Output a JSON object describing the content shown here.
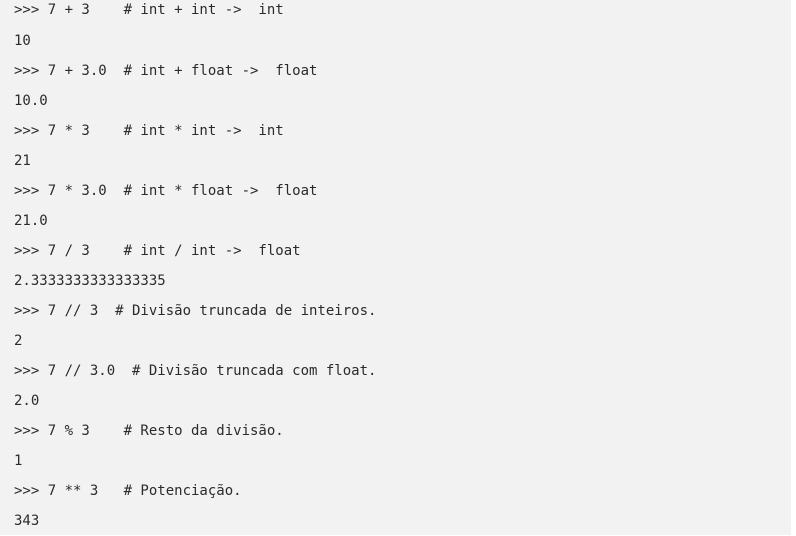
{
  "console": {
    "lines": [
      {
        "kind": "input",
        "text": ">>> 7 + 3    # int + int ->  int"
      },
      {
        "kind": "output",
        "text": "10"
      },
      {
        "kind": "input",
        "text": ">>> 7 + 3.0  # int + float ->  float"
      },
      {
        "kind": "output",
        "text": "10.0"
      },
      {
        "kind": "input",
        "text": ">>> 7 * 3    # int * int ->  int"
      },
      {
        "kind": "output",
        "text": "21"
      },
      {
        "kind": "input",
        "text": ">>> 7 * 3.0  # int * float ->  float"
      },
      {
        "kind": "output",
        "text": "21.0"
      },
      {
        "kind": "input",
        "text": ">>> 7 / 3    # int / int ->  float"
      },
      {
        "kind": "output",
        "text": "2.3333333333333335"
      },
      {
        "kind": "input",
        "text": ">>> 7 // 3  # Divisão truncada de inteiros."
      },
      {
        "kind": "output",
        "text": "2"
      },
      {
        "kind": "input",
        "text": ">>> 7 // 3.0  # Divisão truncada com float."
      },
      {
        "kind": "output",
        "text": "2.0"
      },
      {
        "kind": "input",
        "text": ">>> 7 % 3    # Resto da divisão."
      },
      {
        "kind": "output",
        "text": "1"
      },
      {
        "kind": "input",
        "text": ">>> 7 ** 3   # Potenciação."
      },
      {
        "kind": "output",
        "text": "343"
      }
    ]
  }
}
